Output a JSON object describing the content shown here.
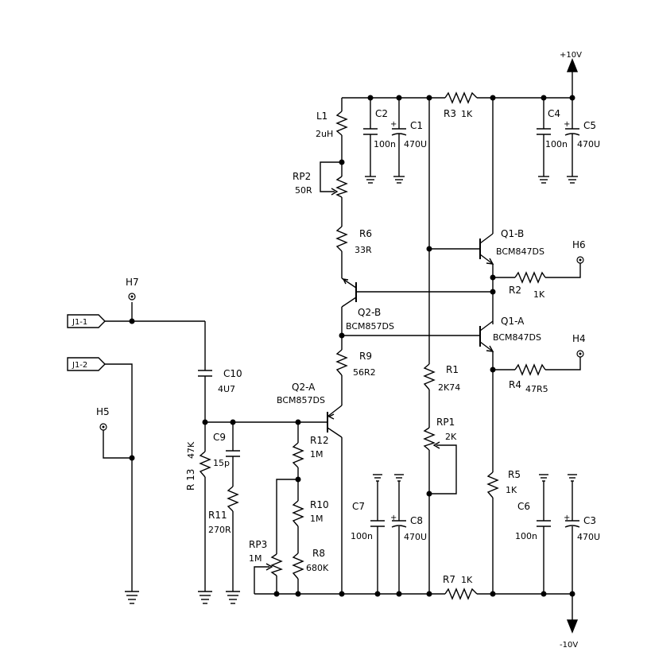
{
  "rails": {
    "positive": "+10V",
    "negative": "-10V"
  },
  "connectors": {
    "j1_1": "J1-1",
    "j1_2": "J1-2"
  },
  "test_points": {
    "h4": "H4",
    "h5": "H5",
    "h6": "H6",
    "h7": "H7"
  },
  "components": {
    "l1": {
      "ref": "L1",
      "value": "2uH"
    },
    "c1": {
      "ref": "C1",
      "value": "470U"
    },
    "c2": {
      "ref": "C2",
      "value": "100n"
    },
    "c3": {
      "ref": "C3",
      "value": "470U"
    },
    "c4": {
      "ref": "C4",
      "value": "100n"
    },
    "c5": {
      "ref": "C5",
      "value": "470U"
    },
    "c6": {
      "ref": "C6",
      "value": "100n"
    },
    "c7": {
      "ref": "C7",
      "value": "100n"
    },
    "c8": {
      "ref": "C8",
      "value": "470U"
    },
    "c9": {
      "ref": "C9",
      "value": "15p"
    },
    "c10": {
      "ref": "C10",
      "value": "4U7"
    },
    "r1": {
      "ref": "R1",
      "value": "2K74"
    },
    "r2": {
      "ref": "R2",
      "value": "1K"
    },
    "r3": {
      "ref": "R3",
      "value": "1K"
    },
    "r4": {
      "ref": "R4",
      "value": "47R5"
    },
    "r5": {
      "ref": "R5",
      "value": "1K"
    },
    "r6": {
      "ref": "R6",
      "value": "33R"
    },
    "r7": {
      "ref": "R7",
      "value": "1K"
    },
    "r8": {
      "ref": "R8",
      "value": "680K"
    },
    "r9": {
      "ref": "R9",
      "value": "56R2"
    },
    "r10": {
      "ref": "R10",
      "value": "1M"
    },
    "r11": {
      "ref": "R11",
      "value": "270R"
    },
    "r12": {
      "ref": "R12",
      "value": "1M"
    },
    "r13": {
      "ref": "R 13",
      "value": "47K"
    },
    "rp1": {
      "ref": "RP1",
      "value": "2K"
    },
    "rp2": {
      "ref": "RP2",
      "value": "50R"
    },
    "rp3": {
      "ref": "RP3",
      "value": "1M"
    },
    "q1a": {
      "ref": "Q1-A",
      "value": "BCM847DS"
    },
    "q1b": {
      "ref": "Q1-B",
      "value": "BCM847DS"
    },
    "q2a": {
      "ref": "Q2-A",
      "value": "BCM857DS"
    },
    "q2b": {
      "ref": "Q2-B",
      "value": "BCM857DS"
    }
  }
}
